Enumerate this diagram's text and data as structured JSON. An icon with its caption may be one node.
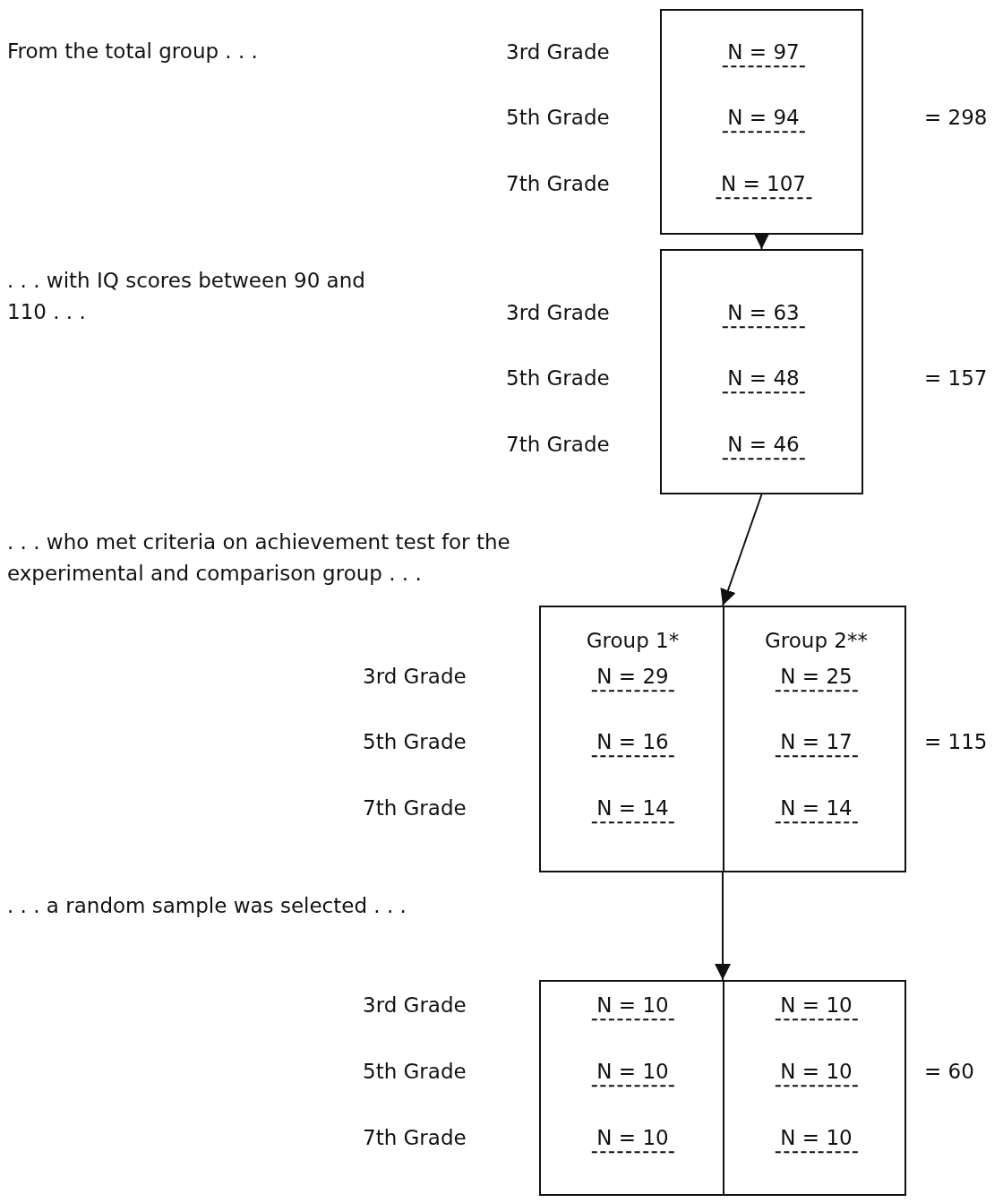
{
  "diagram": {
    "nodes": [
      {
        "text": [
          "N = 97",
          "N = 94",
          "N = 107"
        ],
        "beside": [
          "3rd Grade",
          "5th Grade",
          "7th Grade",
          "= 298"
        ]
      },
      {
        "text": [
          "N = 63",
          "N = 48",
          "N = 46"
        ],
        "beside": [
          "3rd Grade",
          "5th Grade",
          "7th Grade",
          "= 157"
        ]
      },
      {
        "text": [
          "Group 1*",
          "Group 2**",
          "N = 29",
          "N = 25",
          "N = 16",
          "N = 17",
          "N = 14",
          "N = 14"
        ],
        "beside": [
          "3rd Grade",
          "5th Grade",
          "7th Grade",
          "= 115"
        ]
      },
      {
        "text": [
          "N = 10",
          "N = 10",
          "N = 10",
          "N = 10",
          "N = 10",
          "N = 10"
        ],
        "beside": [
          "3rd Grade",
          "5th Grade",
          "7th Grade",
          "= 60"
        ]
      }
    ],
    "edges": [
      {
        "from": 0,
        "to": 1,
        "arrow": "to"
      },
      {
        "from": 1,
        "to": 2,
        "arrow": "to"
      },
      {
        "from": 2,
        "to": 3,
        "arrow": "to"
      }
    ],
    "labels": [
      "From the total group . . .",
      ". . . with IQ scores between 90 and 110 . . .",
      ". . . who met criteria on achievement test for the experimental and comparison group . . .",
      ". . . a random sample was selected . . ."
    ]
  }
}
